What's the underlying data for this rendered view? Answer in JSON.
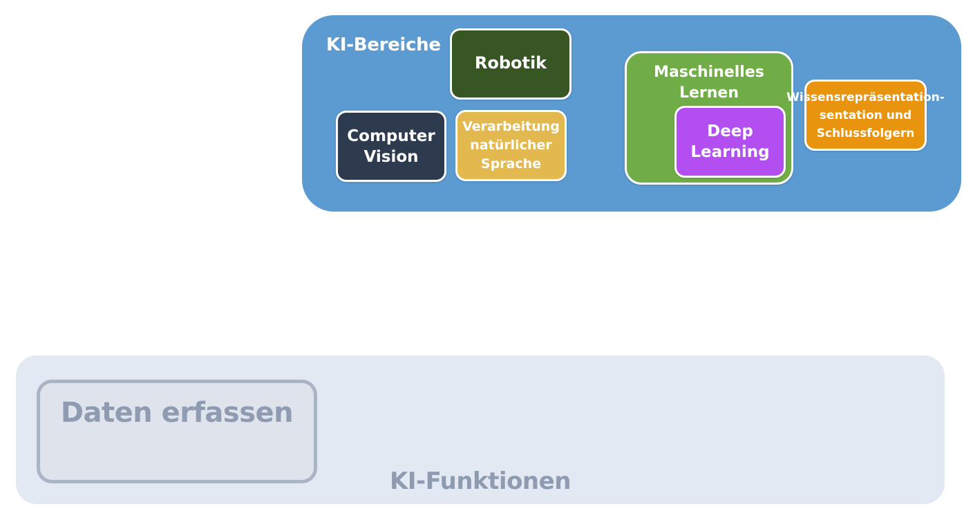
{
  "areas": {
    "title": "KI-Bereiche",
    "robotics": "Robotik",
    "computer_vision": [
      "Computer",
      "Vision"
    ],
    "nlp": [
      "Verarbeitung",
      "natürlicher",
      "Sprache"
    ],
    "machine_learning": [
      "Maschinelles",
      "Lernen"
    ],
    "deep_learning": [
      "Deep",
      "Learning"
    ],
    "knowledge_representation": [
      "Wissensrepräsentation-",
      "sentation und",
      "Schlussfolgern"
    ]
  },
  "functions": {
    "title": "KI-Funktionen",
    "collect_data": "Daten erfassen"
  },
  "colors": {
    "areas_panel": "#5b9bd1",
    "robotics": "#375623",
    "computer_vision": "#2e3a4d",
    "nlp": "#e3b94f",
    "machine_learning": "#70ad47",
    "deep_learning": "#b34ef0",
    "knowledge_representation": "#e8940f",
    "functions_panel": "#e3e9f3"
  }
}
